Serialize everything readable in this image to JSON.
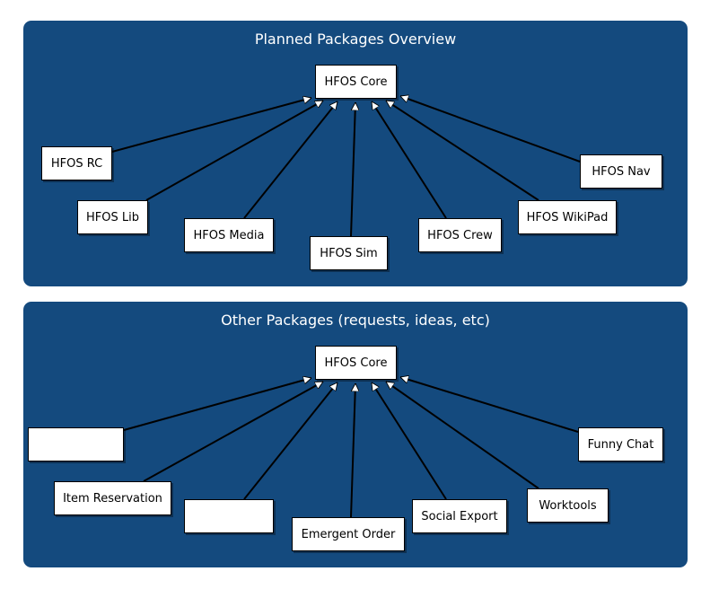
{
  "panels": [
    {
      "title": "Planned Packages Overview",
      "core": "HFOS Core",
      "packages": [
        "HFOS RC",
        "HFOS Lib",
        "HFOS Media",
        "HFOS Sim",
        "HFOS Crew",
        "HFOS WikiPad",
        "HFOS Nav"
      ]
    },
    {
      "title": "Other Packages (requests, ideas, etc)",
      "core": "HFOS Core",
      "packages": [
        "",
        "Item Reservation",
        "",
        "Emergent Order",
        "Social Export",
        "Worktools",
        "Funny Chat"
      ]
    }
  ]
}
